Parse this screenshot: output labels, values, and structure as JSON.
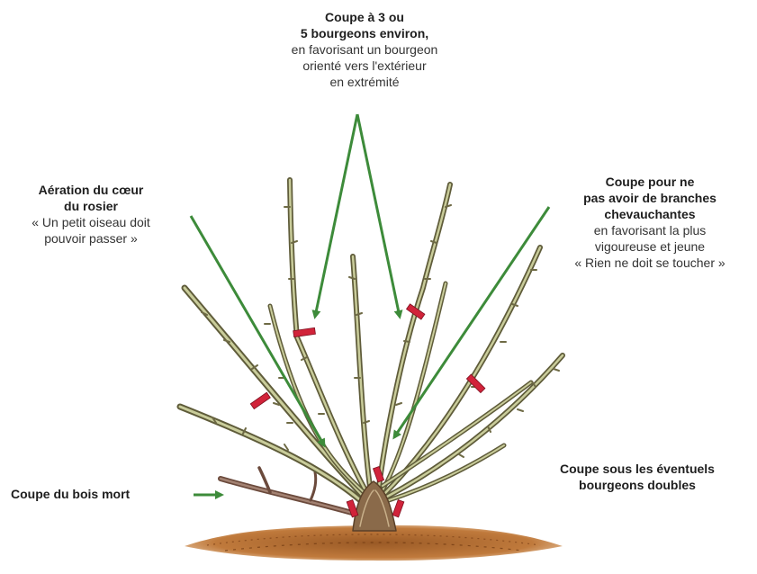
{
  "labels": {
    "top": {
      "bold_lines": [
        "Coupe à 3 ou",
        "5 bourgeons environ,"
      ],
      "lines": [
        "en favorisant un bourgeon",
        "orienté vers l'extérieur",
        "en extrémité"
      ]
    },
    "left": {
      "bold_lines": [
        "Aération du cœur",
        "du rosier"
      ],
      "lines": [
        "« Un petit oiseau doit",
        "pouvoir passer »"
      ]
    },
    "right": {
      "bold_lines": [
        "Coupe pour ne",
        "pas avoir de branches",
        "chevauchantes"
      ],
      "lines": [
        "en favorisant la plus",
        "vigoureuse et jeune",
        "« Rien ne doit se toucher »"
      ]
    },
    "deadwood": {
      "bold_lines": [
        "Coupe du bois mort"
      ]
    },
    "double_buds": {
      "bold_lines": [
        "Coupe sous les éventuels",
        "bourgeons doubles"
      ]
    }
  },
  "colors": {
    "arrow": "#3d8b3a",
    "cut_mark": "#d1233a",
    "branch_light": "#c9cc9a",
    "branch_dark": "#6e6a45",
    "dead_wood": "#8a6a5a",
    "soil": "#b9743a",
    "trunk": "#8a6a4a"
  }
}
